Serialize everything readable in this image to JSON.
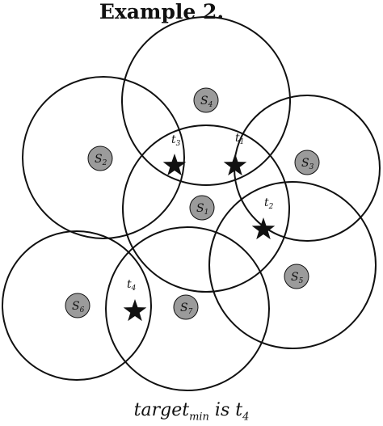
{
  "title": "Example 2.",
  "caption": {
    "prefix": "target",
    "subscript": "min",
    "middle": " is ",
    "target": "t",
    "target_index": "4"
  },
  "colors": {
    "circle_stroke": "#111111",
    "sensor_fill": "#9b9b9b",
    "target_fill": "#111111"
  },
  "sensors": [
    {
      "id": "S1",
      "base": "S",
      "index": "1"
    },
    {
      "id": "S2",
      "base": "S",
      "index": "2"
    },
    {
      "id": "S3",
      "base": "S",
      "index": "3"
    },
    {
      "id": "S4",
      "base": "S",
      "index": "4"
    },
    {
      "id": "S5",
      "base": "S",
      "index": "5"
    },
    {
      "id": "S6",
      "base": "S",
      "index": "6"
    },
    {
      "id": "S7",
      "base": "S",
      "index": "7"
    }
  ],
  "targets": [
    {
      "id": "t1",
      "base": "t",
      "index": "1"
    },
    {
      "id": "t2",
      "base": "t",
      "index": "2"
    },
    {
      "id": "t3",
      "base": "t",
      "index": "3"
    },
    {
      "id": "t4",
      "base": "t",
      "index": "4"
    }
  ]
}
